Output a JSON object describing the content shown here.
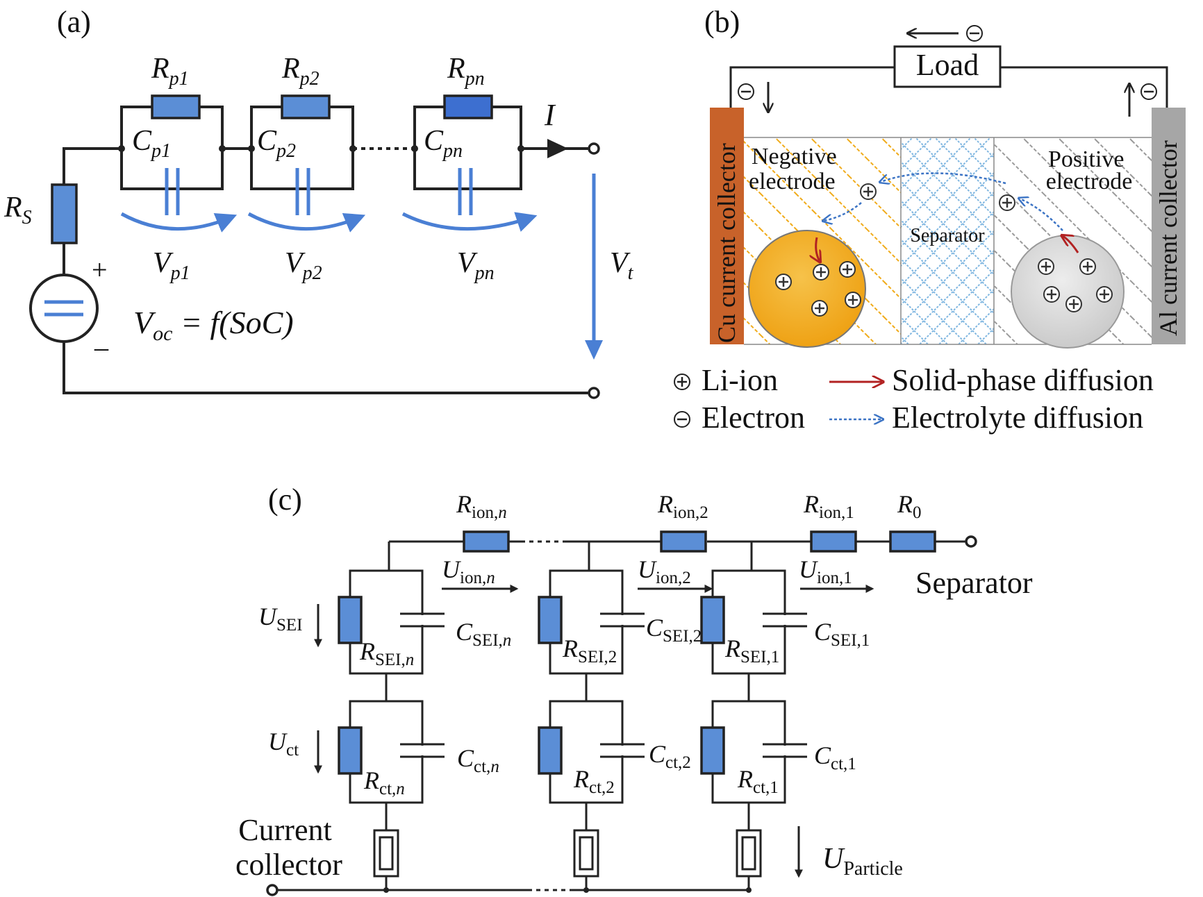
{
  "panel_a": {
    "label": "(a)",
    "rs": {
      "main": "R",
      "sub": "S"
    },
    "plus": "+",
    "minus": "_",
    "rp1": {
      "main": "R",
      "sub": "p1"
    },
    "rp2": {
      "main": "R",
      "sub": "p2"
    },
    "rpn": {
      "main": "R",
      "sub": "pn"
    },
    "cp1": {
      "main": "C",
      "sub": "p1"
    },
    "cp2": {
      "main": "C",
      "sub": "p2"
    },
    "cpn": {
      "main": "C",
      "sub": "pn"
    },
    "vp1": {
      "main": "V",
      "sub": "p1"
    },
    "vp2": {
      "main": "V",
      "sub": "p2"
    },
    "vpn": {
      "main": "V",
      "sub": "pn"
    },
    "current": "I",
    "vt": {
      "main": "V",
      "sub": "t"
    },
    "voc": {
      "main": "V",
      "sub": "oc",
      "rhs": " = f(SoC)"
    }
  },
  "panel_b": {
    "label": "(b)",
    "load": "Load",
    "cu_collector": "Cu current collector",
    "al_collector": "Al current collector",
    "negative_electrode": [
      "Negative",
      "electrode"
    ],
    "positive_electrode": [
      "Positive",
      "electrode"
    ],
    "separator": "Separator",
    "legend": {
      "li_ion": "Li-ion",
      "electron": "Electron",
      "solid": "Solid-phase diffusion",
      "electrolyte": "Electrolyte diffusion"
    },
    "colors": {
      "cu": "#c8622a",
      "al": "#a6a6a6",
      "neg_particle": "#f0ab1a",
      "pos_particle": "#d9d9d9",
      "separator_hatch": "#7fb6e0",
      "neg_hatch": "#f0ab1a",
      "pos_hatch": "#9a9a9a",
      "solid_arrow": "#b22222",
      "electrolyte_arrow": "#3b73c4"
    }
  },
  "panel_c": {
    "label": "(c)",
    "rion_n": {
      "main": "R",
      "sub": "ion,",
      "sub2": "n"
    },
    "rion_2": {
      "main": "R",
      "sub": "ion,2"
    },
    "rion_1": {
      "main": "R",
      "sub": "ion,1"
    },
    "r0": {
      "main": "R",
      "sub": "0"
    },
    "uion_n": {
      "main": "U",
      "sub": "ion,",
      "sub2": "n"
    },
    "uion_2": {
      "main": "U",
      "sub": "ion,2"
    },
    "uion_1": {
      "main": "U",
      "sub": "ion,1"
    },
    "separator": "Separator",
    "usei": {
      "main": "U",
      "sub": "SEI"
    },
    "uct": {
      "main": "U",
      "sub": "ct"
    },
    "uparticle": {
      "main": "U",
      "sub": "Particle"
    },
    "csei_n": {
      "main": "C",
      "sub": "SEI,",
      "sub2": "n"
    },
    "csei_2": {
      "main": "C",
      "sub": "SEI,2"
    },
    "csei_1": {
      "main": "C",
      "sub": "SEI,1"
    },
    "rsei_n": {
      "main": "R",
      "sub": "SEI,",
      "sub2": "n"
    },
    "rsei_2": {
      "main": "R",
      "sub": "SEI,2"
    },
    "rsei_1": {
      "main": "R",
      "sub": "SEI,1"
    },
    "cct_n": {
      "main": "C",
      "sub": "ct,",
      "sub2": "n"
    },
    "cct_2": {
      "main": "C",
      "sub": "ct,2"
    },
    "cct_1": {
      "main": "C",
      "sub": "ct,1"
    },
    "rct_n": {
      "main": "R",
      "sub": "ct,",
      "sub2": "n"
    },
    "rct_2": {
      "main": "R",
      "sub": "ct,2"
    },
    "rct_1": {
      "main": "R",
      "sub": "ct,1"
    },
    "current_collector": [
      "Current",
      "collector"
    ]
  }
}
